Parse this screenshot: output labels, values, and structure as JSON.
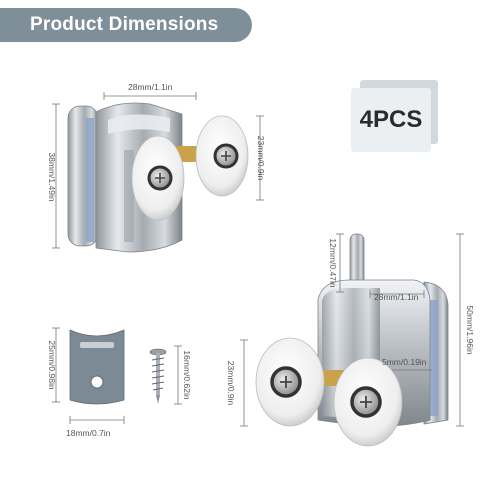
{
  "header": {
    "title": "Product Dimensions"
  },
  "badge": {
    "label": "4PCS"
  },
  "dimensions": {
    "roller_width": "28mm/1.1in",
    "roller_height": "38mm/1.49in",
    "wheel_diameter": "23mm/0.9in",
    "plate_height": "25mm/0.98in",
    "plate_width": "18mm/0.7in",
    "screw_length": "16mm/0.62in",
    "pin_height": "12mm/0.47in",
    "bottom_width": "28mm/1.1in",
    "total_height": "50mm/1.96in",
    "gap": "5mm/0.19in",
    "bottom_wheel_diameter": "23mm/0.9in"
  },
  "colors": {
    "banner": "#7e8f99",
    "badge_bg": "#eceff1",
    "accent": "#c9a24a",
    "chrome": "#b9bec3",
    "wheel": "#f4f4f4"
  },
  "icons": [
    "roller-top-image",
    "roller-bottom-image",
    "mounting-plate-image",
    "screw-image"
  ]
}
